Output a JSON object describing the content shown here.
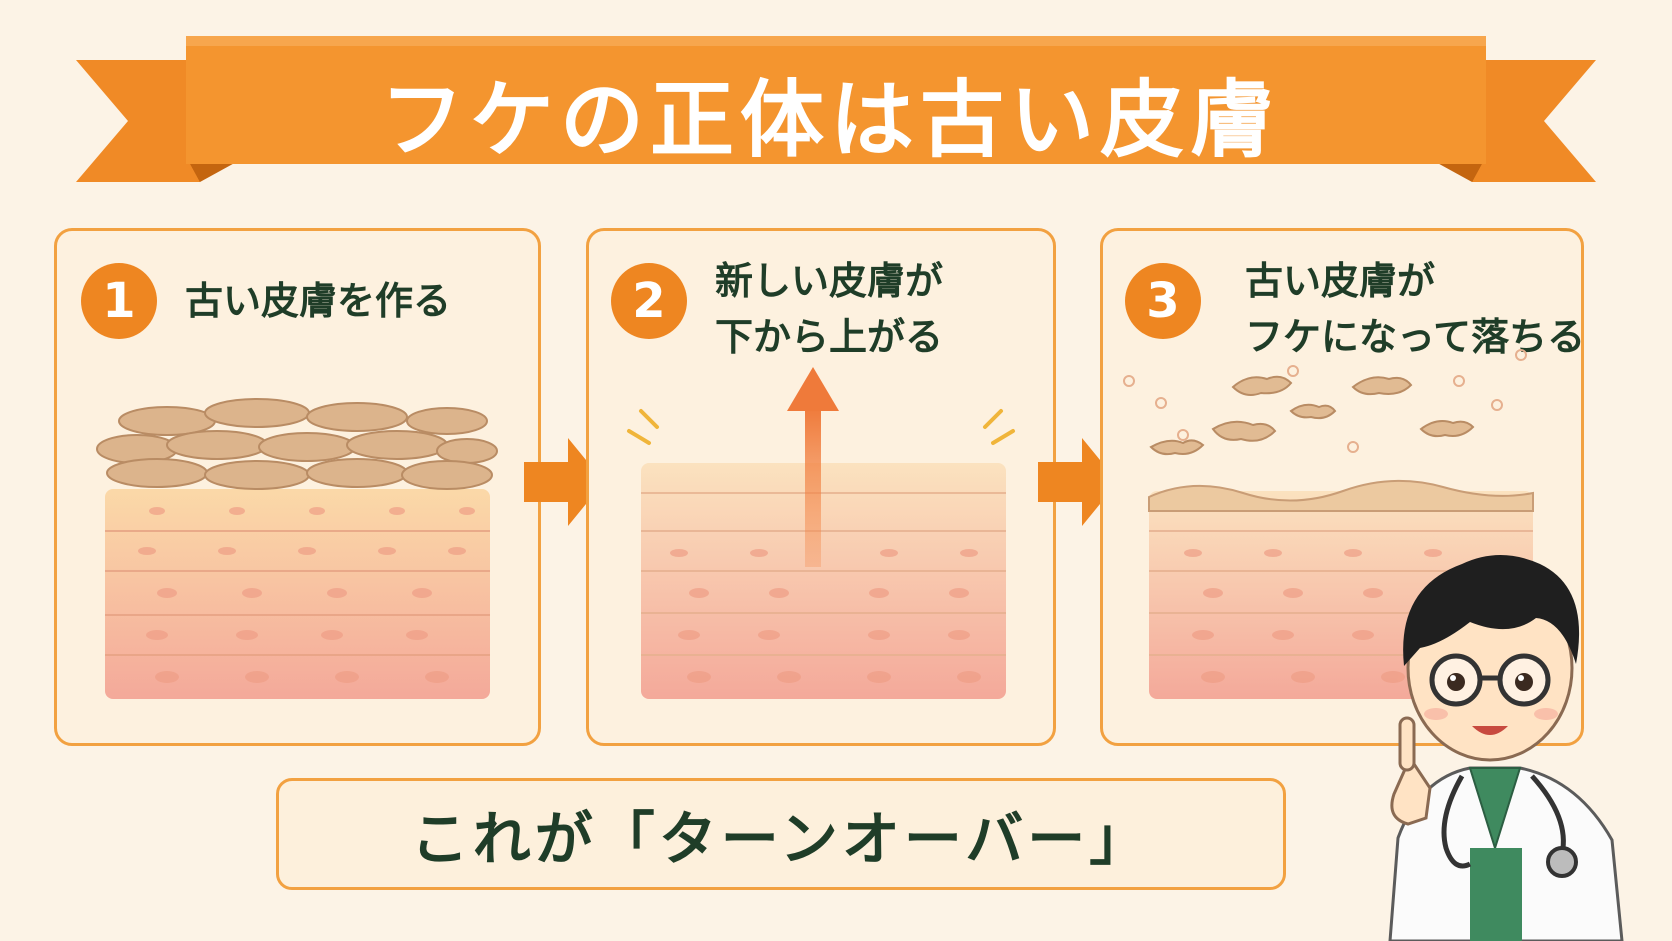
{
  "title": "フケの正体は古い皮膚",
  "steps": [
    {
      "number": "1",
      "text": "古い皮膚を作る"
    },
    {
      "number": "2",
      "text_line1": "新しい皮膚が",
      "text_line2": "下から上がる"
    },
    {
      "number": "3",
      "text_line1": "古い皮膚が",
      "text_line2": "フケになって落ちる"
    }
  ],
  "conclusion": "これが「ターンオーバー」",
  "colors": {
    "accent": "#ee8621",
    "panel_border": "#f2a141",
    "text_dark_green": "#1f3d28",
    "background": "#fcf3e6"
  },
  "icons": [
    "arrow-right-icon",
    "arrow-up-icon",
    "doctor-illustration"
  ]
}
